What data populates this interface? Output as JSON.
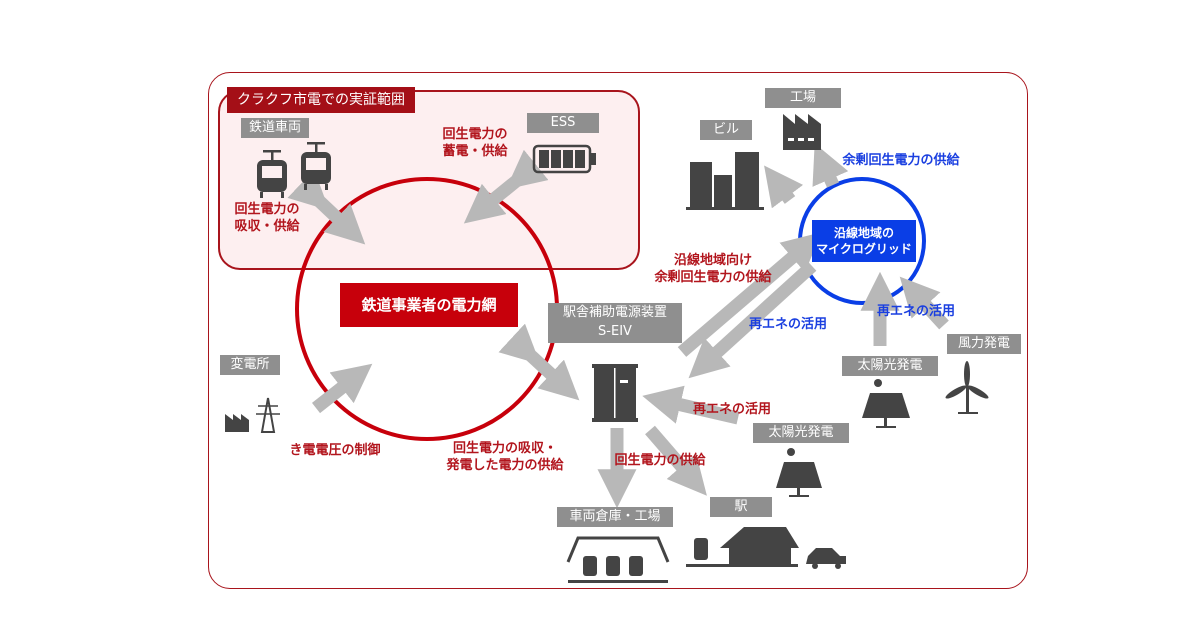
{
  "scope": {
    "tag": "クラクフ市電での実証範囲"
  },
  "nodes": {
    "railcar": "鉄道車両",
    "ess": "ESS",
    "substation": "変電所",
    "seiv_line1": "駅舎補助電源装置",
    "seiv_line2": "S-EIV",
    "building": "ビル",
    "factory": "工場",
    "solar1": "太陽光発電",
    "wind": "風力発電",
    "solar2": "太陽光発電",
    "depot": "車両倉庫・工場",
    "station": "駅"
  },
  "core": {
    "rail_grid": "鉄道事業者の電力網",
    "microgrid_line1": "沿線地域の",
    "microgrid_line2": "マイクログリッド"
  },
  "labels": {
    "railcar_flow_1": "回生電力の",
    "railcar_flow_2": "吸収・供給",
    "ess_flow_1": "回生電力の",
    "ess_flow_2": "蓄電・供給",
    "substation_flow": "き電電圧の制御",
    "seiv_flow_1": "回生電力の吸収・",
    "seiv_flow_2": "発電した電力の供給",
    "microgrid_supply_1": "沿線地域向け",
    "microgrid_supply_2": "余剰回生電力の供給",
    "surplus_supply": "余剰回生電力の供給",
    "renewable_mg_left": "再エネの活用",
    "renewable_mg_right": "再エネの活用",
    "renewable_seiv": "再エネの活用",
    "regen_supply": "回生電力の供給"
  },
  "colors": {
    "red": "#c7000b",
    "dark_red": "#a8141c",
    "blue": "#0a3ee6",
    "arrow_gray": "#b8b8b8",
    "icon_gray": "#444444",
    "label_gray": "#8f8f8f"
  }
}
